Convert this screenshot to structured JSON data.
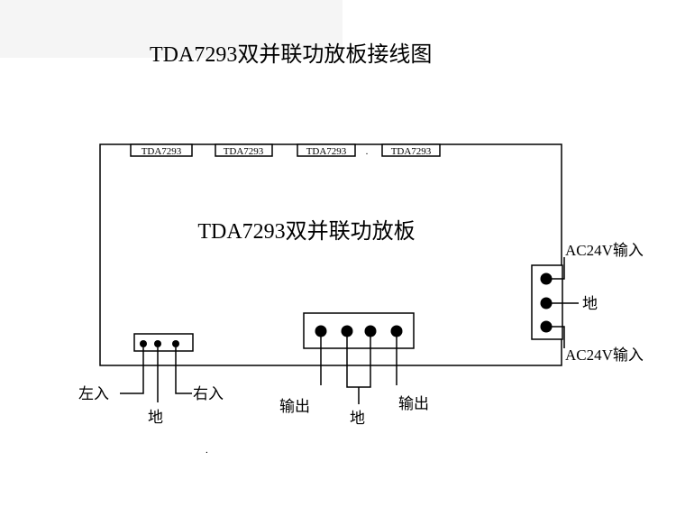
{
  "title": "TDA7293双并联功放板接线图",
  "board": {
    "label": "TDA7293双并联功放板",
    "chips": [
      "TDA7293",
      "TDA7293",
      "TDA7293",
      "TDA7293"
    ],
    "chip_separator": "."
  },
  "input_connector": {
    "left_label": "左入",
    "ground_label": "地",
    "right_label": "右入"
  },
  "output_connector": {
    "left_label": "输出",
    "ground_label": "地",
    "right_label": "输出"
  },
  "power_connector": {
    "top_label": "AC24V输入",
    "middle_label": "地",
    "bottom_label": "AC24V输入"
  },
  "footnote": "."
}
